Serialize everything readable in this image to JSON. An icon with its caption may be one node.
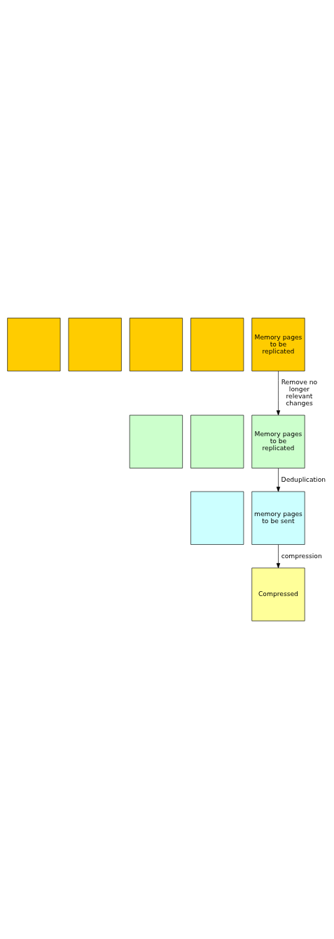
{
  "diagram": {
    "nodes": [
      {
        "text": [],
        "shape": "box"
      },
      {
        "text": [],
        "shape": "box"
      },
      {
        "text": [],
        "shape": "box"
      },
      {
        "text": [],
        "shape": "box"
      },
      {
        "text": [
          "Memory pages to be replicated"
        ]
      },
      {
        "text": [],
        "shape": "box"
      },
      {
        "text": [],
        "shape": "box"
      },
      {
        "text": [
          "Memory pages to be replicated"
        ]
      },
      {
        "text": [],
        "shape": "box"
      },
      {
        "text": [
          "memory pages to be sent"
        ]
      },
      {
        "text": [
          "Compressed"
        ]
      }
    ],
    "edges": [
      {
        "from": 4,
        "to": 7,
        "arrow": "to",
        "label": "Remove no longer relevant changes"
      },
      {
        "from": 7,
        "to": 9,
        "arrow": "to",
        "label": "Deduplication"
      },
      {
        "from": 9,
        "to": 10,
        "arrow": "to",
        "label": "compression"
      }
    ]
  }
}
